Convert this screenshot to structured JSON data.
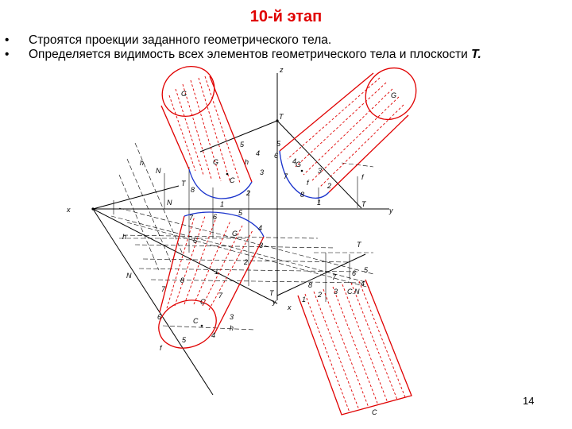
{
  "title": "10-й этап",
  "bullets": [
    {
      "marker": "•",
      "text": "Строятся проекции заданного геометрического тела.",
      "emphasis": ""
    },
    {
      "marker": "•",
      "text": "Определяется видимость всех элементов геометрического тела и плоскости ",
      "emphasis": "T."
    }
  ],
  "page_number": "14",
  "colors": {
    "title": "#e00000",
    "body_outline": "#e00000",
    "lines": "#000000",
    "curves": "#1a33cc"
  },
  "labels": {
    "z": "z",
    "x": "x",
    "y": "y",
    "y1": "y",
    "G1": "G",
    "G2": "G",
    "G3": "G",
    "G4": "G",
    "G5": "G",
    "C6": "C",
    "C7": "C",
    "T1": "T",
    "T2": "T",
    "T3": "T",
    "T4": "T",
    "T5": "T",
    "N1": "N",
    "N2": "N",
    "N3": "N",
    "CN": "C.N",
    "h1": "h",
    "h2": "h",
    "h3": "h",
    "h4": "h",
    "f1": "f",
    "f2": "f",
    "f3": "f",
    "n1": "1",
    "n2": "2",
    "n3": "3",
    "n4": "4",
    "n5": "5",
    "n6": "6",
    "n7": "7",
    "n8": "8",
    "m1": "1",
    "m2": "2",
    "m3": "3",
    "m4": "4",
    "m5": "5",
    "m6": "6",
    "m7": "7",
    "m8": "8",
    "k1": "1",
    "k2": "2",
    "k3": "3",
    "k4": "4",
    "k5": "5",
    "k6": "6",
    "k7": "7",
    "k8": "8",
    "p3": "3",
    "p4": "4",
    "p5": "5",
    "p6": "6",
    "p7": "7"
  }
}
